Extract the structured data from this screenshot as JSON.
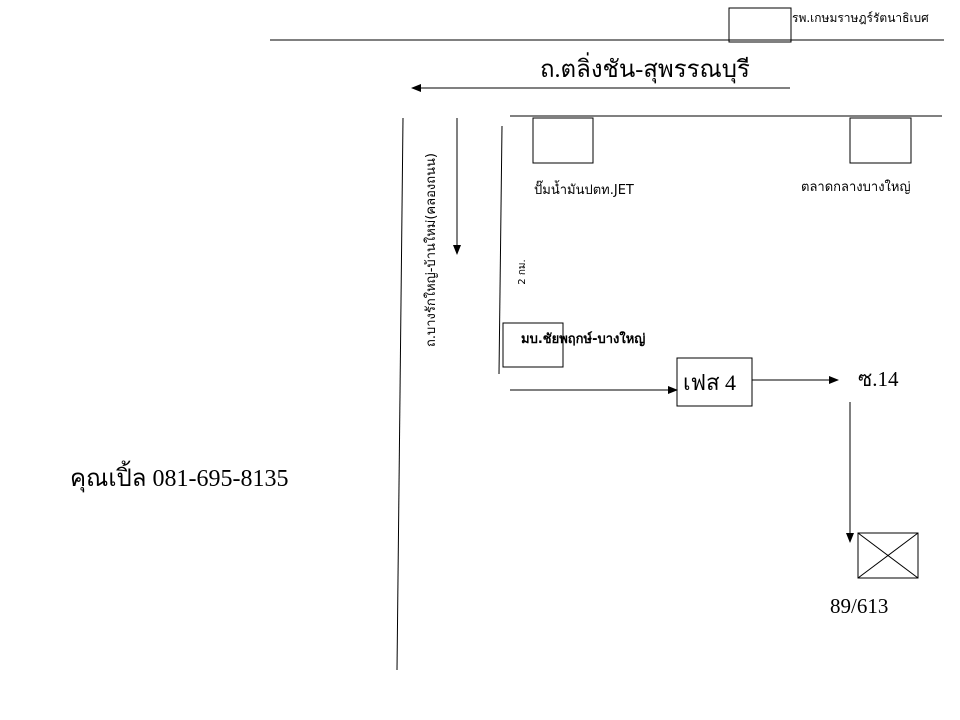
{
  "labels": {
    "hospital": "รพ.เกษมราษฎร์รัตนาธิเบศ",
    "main_road": "ถ.ตลิ่งชัน-สุพรรณบุรี",
    "gas_station": "ปั๊มน้ำมันปตท.JET",
    "market": "ตลาดกลางบางใหญ่",
    "side_road": "ถ.บางรักใหญ่-บ้านใหม่(คลองถนน)",
    "distance": "2 กม.",
    "village": "มบ.ชัยพฤกษ์-บางใหญ่",
    "phase": "เฟส 4",
    "soi": "ซ.14",
    "contact": "คุณเปิ้ล 081-695-8135",
    "house_number": "89/613"
  }
}
